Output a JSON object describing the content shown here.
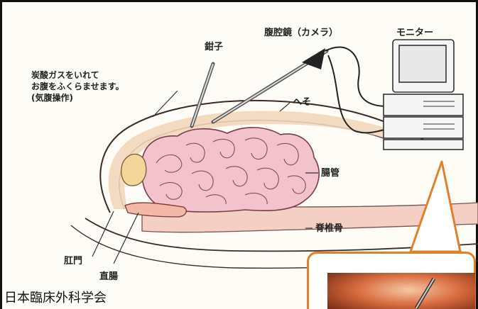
{
  "labels": {
    "laparoscope": "腹腔鏡（カメラ）",
    "monitor": "モニター",
    "forceps": "鉗子",
    "gas_note": [
      "炭酸ガスをいれて",
      "お腹をふくらませます。",
      "(気腹操作)"
    ],
    "navel": "へそ",
    "intestine": "腸管",
    "spine": "脊椎骨",
    "anus": "肛門",
    "rectum": "直腸"
  },
  "credit": "日本臨床外科学会",
  "colors": {
    "callout_orange": "#e0802a",
    "intestine_pink": "#f2c3cc",
    "tissue_tan": "#f1d5b8",
    "spine_pink": "#f4cfc4"
  }
}
